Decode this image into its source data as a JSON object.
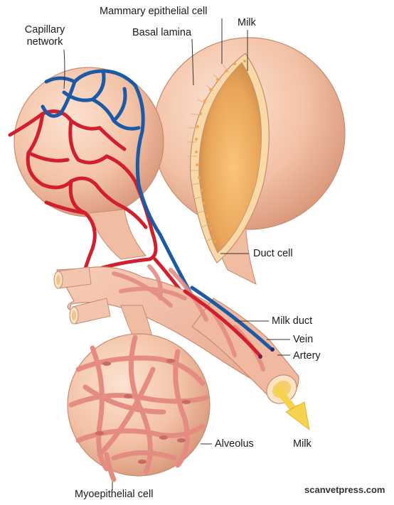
{
  "labels": {
    "capillary_network_line1": "Capillary",
    "capillary_network_line2": "network",
    "mammary_epithelial_cell": "Mammary epithelial cell",
    "basal_lamina": "Basal lamina",
    "milk_top": "Milk",
    "duct_cell": "Duct cell",
    "milk_duct": "Milk duct",
    "vein": "Vein",
    "artery": "Artery",
    "alveolus": "Alveolus",
    "milk_bottom": "Milk",
    "myoepithelial_cell": "Myoepithelial cell"
  },
  "credit": "scanvetpress.com",
  "colors": {
    "tissue": "#f4c9b0",
    "tissue_shadow": "#d99a7e",
    "myoepithelial": "#e58c82",
    "myoepithelial_dark": "#c96a63",
    "artery": "#d21f2e",
    "vein": "#1c5aa6",
    "milk_lumen": "#f5b667",
    "arrow": "#f7d34d",
    "leader_line": "#333333"
  }
}
